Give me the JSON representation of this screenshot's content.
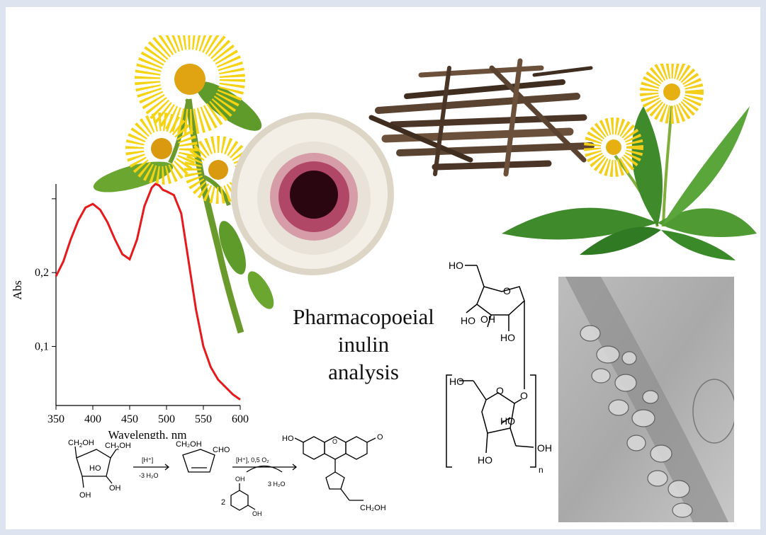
{
  "title": {
    "line1": "Pharmacopoeial",
    "line2": "inulin",
    "line3": "analysis"
  },
  "chart_data": {
    "type": "line",
    "xlabel": "Wavelength, nm",
    "ylabel": "Abs",
    "xlim": [
      350,
      600
    ],
    "ylim": [
      0.02,
      0.32
    ],
    "x_ticks": [
      "350",
      "400",
      "450",
      "500",
      "550",
      "600"
    ],
    "y_ticks": [
      "0,1",
      "0,2"
    ],
    "grid": false,
    "series": [
      {
        "color": "#e8191c",
        "x": [
          350,
          360,
          370,
          380,
          390,
          400,
          410,
          420,
          430,
          440,
          450,
          460,
          470,
          480,
          485,
          490,
          495,
          500,
          510,
          520,
          530,
          540,
          550,
          560,
          570,
          580,
          590,
          600
        ],
        "y": [
          0.195,
          0.215,
          0.245,
          0.27,
          0.288,
          0.293,
          0.285,
          0.268,
          0.245,
          0.225,
          0.218,
          0.245,
          0.29,
          0.315,
          0.32,
          0.318,
          0.312,
          0.31,
          0.305,
          0.28,
          0.215,
          0.15,
          0.1,
          0.072,
          0.055,
          0.045,
          0.035,
          0.028
        ]
      }
    ]
  },
  "reaction": {
    "fructose_ch2oh_left": "CH",
    "sub2": "2",
    "oh": "OH",
    "ho": "HO",
    "catalyst": "[H⁺]",
    "minus_water": "-3 H₂O",
    "hmf_ch2oh": "CH₂OH",
    "cho": "CHO",
    "catalyst2": "[H⁺], 0,5 O₂",
    "plus_water": "3 H₂O",
    "resorcinol_coef": "2",
    "oxo": "O",
    "product_ch2oh": "CH₂OH",
    "ring_o": "O"
  },
  "inulin": {
    "ho": "HO",
    "oh": "OH",
    "o": "O",
    "n": "n"
  },
  "colors": {
    "background": "#dde3ef",
    "panel": "#ffffff",
    "curve": "#e8191c"
  }
}
